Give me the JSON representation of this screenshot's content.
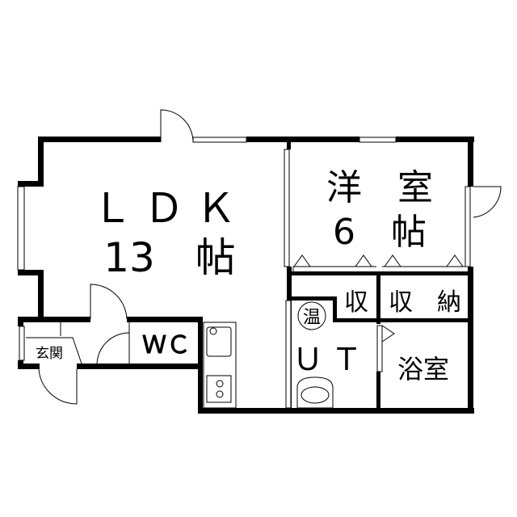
{
  "rooms": {
    "ldk": {
      "name": "ＬＤＫ",
      "size": "13　帖"
    },
    "western": {
      "name": "洋　室",
      "size": "6　帖"
    },
    "closet_small": {
      "name": "収"
    },
    "closet": {
      "name": "収　納"
    },
    "water_heater": {
      "name": "温"
    },
    "utility": {
      "name": "ＵＴ"
    },
    "bath": {
      "name": "浴室"
    },
    "wc": {
      "name": "ＷＣ"
    },
    "entrance": {
      "name": "玄関"
    }
  }
}
